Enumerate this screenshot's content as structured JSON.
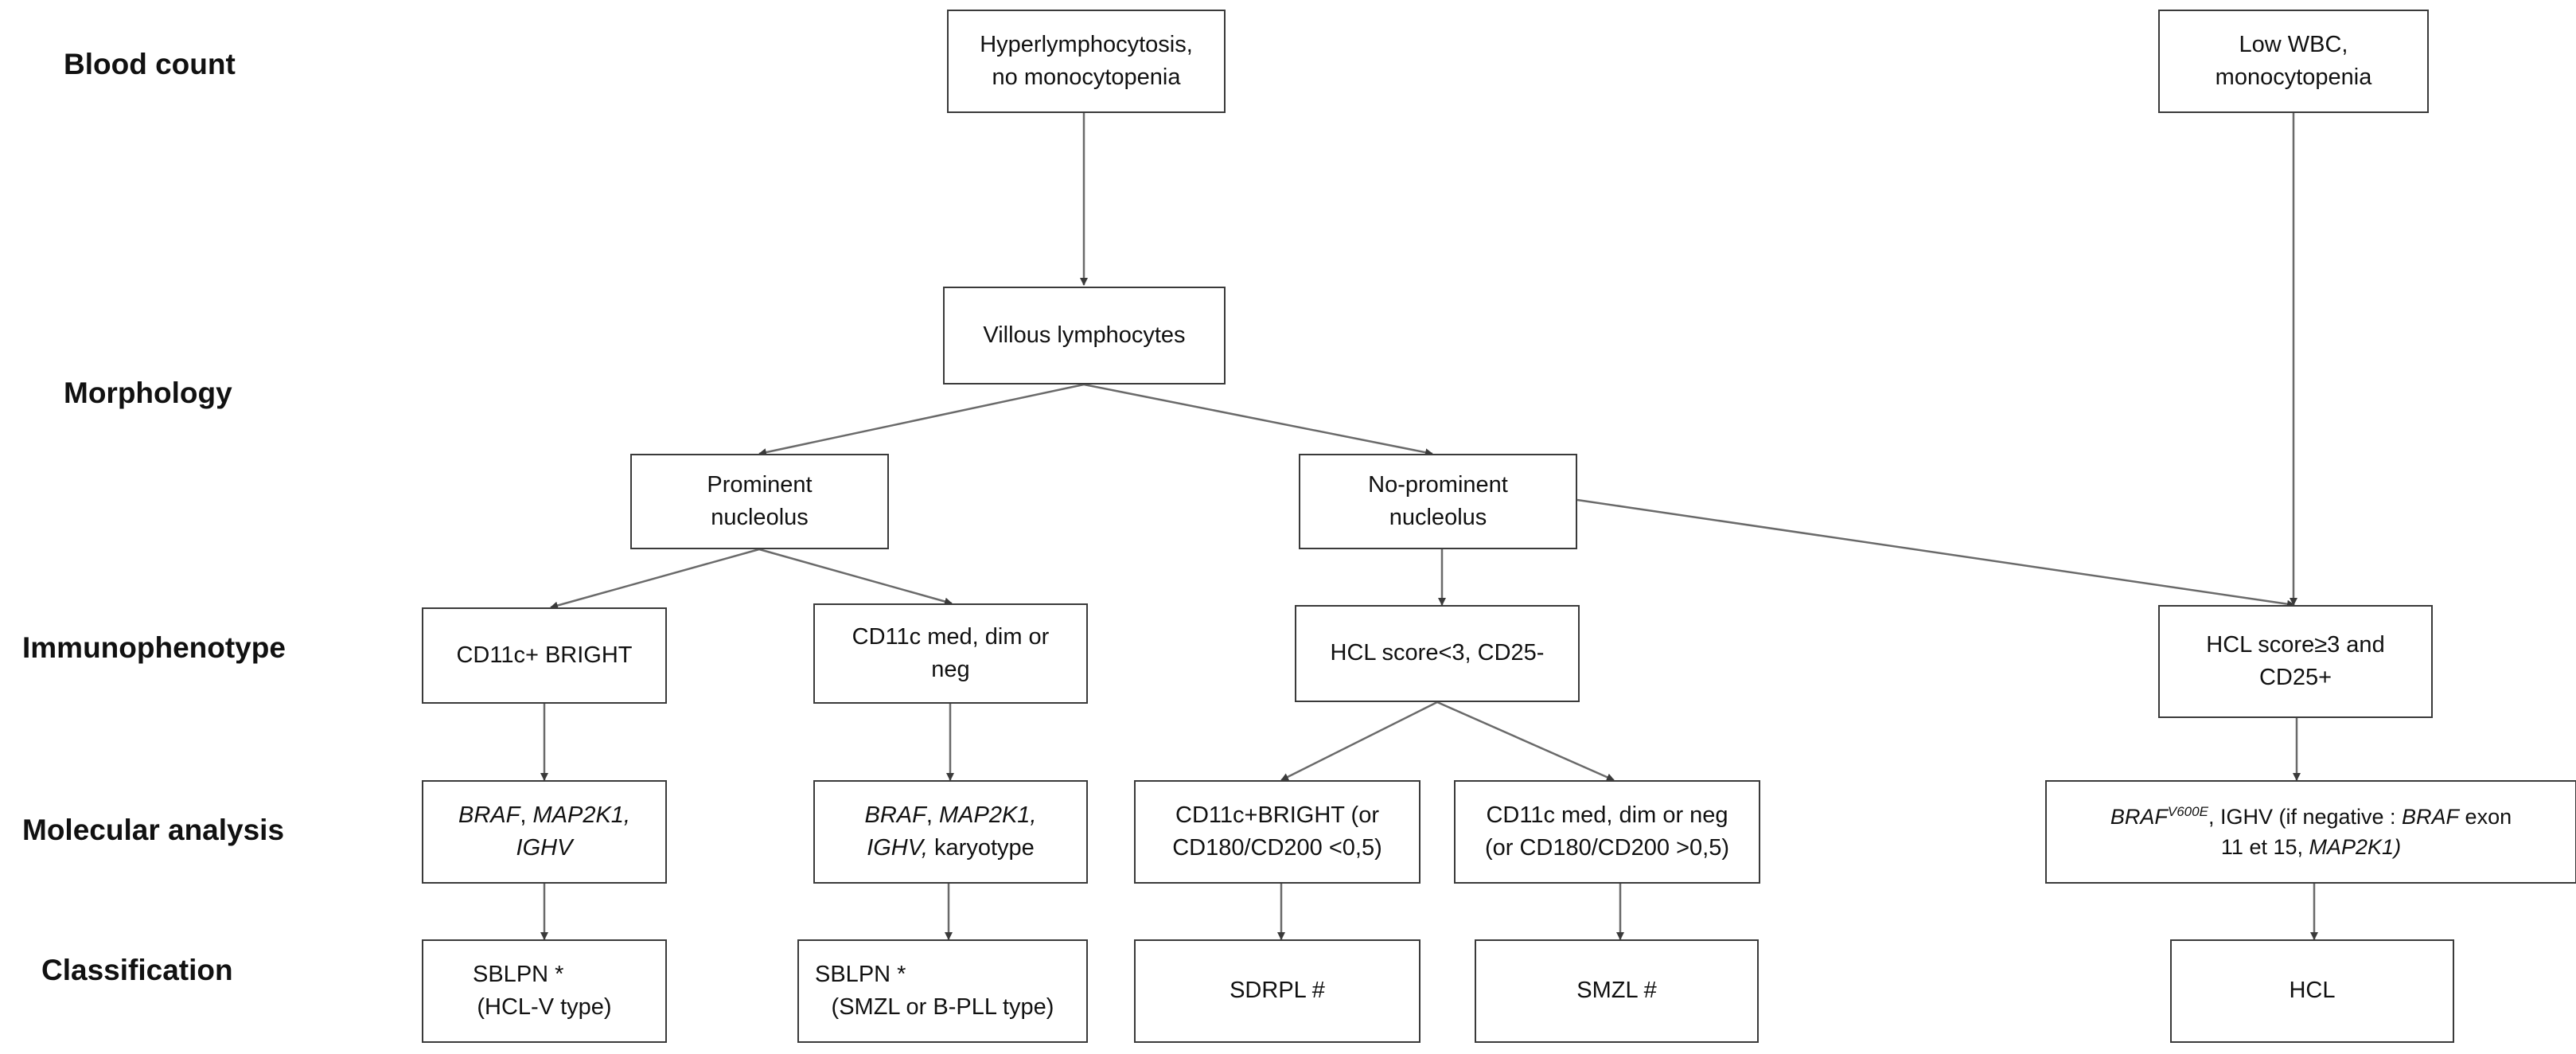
{
  "row_labels": {
    "blood_count": "Blood count",
    "morphology": "Morphology",
    "immunophenotype": "Immunophenotype",
    "molecular_analysis": "Molecular analysis",
    "classification": "Classification"
  },
  "blood_count": {
    "hyperlymphocytosis": [
      "Hyperlymphocytosis,",
      "no monocytopenia"
    ],
    "low_wbc": [
      "Low WBC,",
      "monocytopenia"
    ]
  },
  "morphology": {
    "villous": "Villous lymphocytes",
    "prominent": [
      "Prominent",
      "nucleolus"
    ],
    "no_prominent": [
      "No-prominent",
      "nucleolus"
    ]
  },
  "immunophenotype": {
    "cd11c_bright": "CD11c+ BRIGHT",
    "cd11c_med": [
      "CD11c med, dim or",
      "neg"
    ],
    "hcl_score_low": "HCL score<3,  CD25-",
    "hcl_score_high": [
      "HCL score≥3 and",
      "CD25+"
    ]
  },
  "molecular": {
    "box1": {
      "line1": {
        "gene_a": "BRAF",
        "sep": ", ",
        "gene_b": "MAP2K1,"
      },
      "line2": {
        "gene_c": "IGHV"
      }
    },
    "box2": {
      "line1": {
        "gene_a": "BRAF",
        "sep": ", ",
        "gene_b": "MAP2K1,"
      },
      "line2": {
        "gene_c": "IGHV,",
        "rest": " karyotype"
      }
    },
    "cd11c_bright_ratio": [
      "CD11c+BRIGHT (or",
      "CD180/CD200 <0,5)"
    ],
    "cd11c_med_ratio": [
      "CD11c med, dim or neg",
      "(or CD180/CD200 >0,5)"
    ],
    "hcl_box": {
      "braf": "BRAF",
      "braf_sup": "V600E",
      "ighv_text": ", IGHV (if negative : ",
      "braf2": "BRAF",
      "exon_text": " exon",
      "line2_text": "11 et 15, ",
      "map2k1": "MAP2K1)"
    }
  },
  "classification": {
    "hclv": {
      "name": "SBLPN *",
      "subtype": "(HCL-V type)"
    },
    "smzl_bpll": {
      "name": "SBLPN *",
      "subtype": "(SMZL or B-PLL type)"
    },
    "sdrpl": "SDRPL #",
    "smzl": "SMZL #",
    "hcl": "HCL"
  }
}
